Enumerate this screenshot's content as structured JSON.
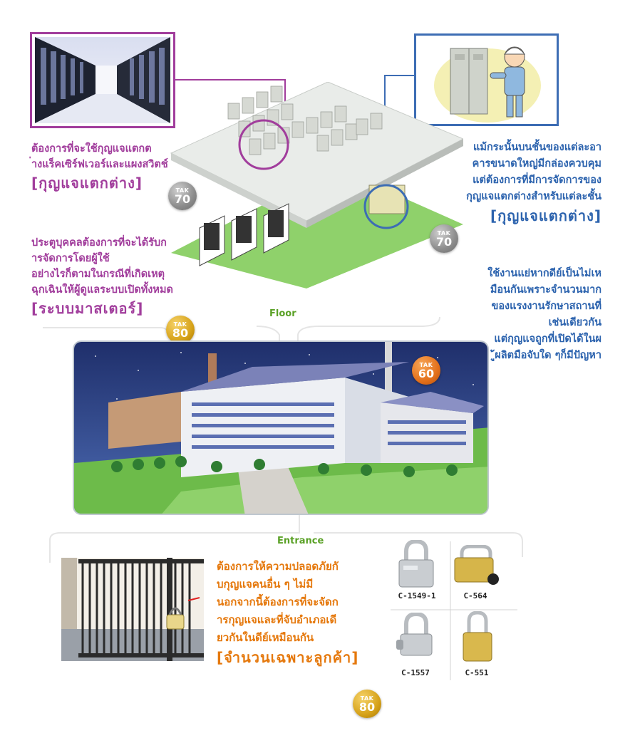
{
  "sections": {
    "floor": "Floor",
    "entrance": "Entrance"
  },
  "server_rack": {
    "lines": [
      "ต้องการที่จะใช้กุญแจแตกต",
      "่างแร็คเซิร์ฟเวอร์และแผงสวิตช์"
    ],
    "tag": "[กุญแจแตกต่าง]",
    "badge": {
      "tak": "TAK",
      "num": "70"
    }
  },
  "control_box": {
    "lines": [
      "แม้กระนั้นบนชั้นของแต่ละอา",
      "คารขนาดใหญ่มีกล่องควบคุม",
      "แต่ต้องการที่มีการจัดการของ",
      "กุญแจแตกต่างสำหรับแต่ละชั้น"
    ],
    "tag": "[กุญแจแตกต่าง]",
    "badge": {
      "tak": "TAK",
      "num": "70"
    }
  },
  "master": {
    "lines": [
      "ประตูบุคคลต้องการที่จะได้รับก",
      "ารจัดการโดยผู้ใช้",
      "อย่างไรก็ตามในกรณีที่เกิดเหตุ",
      "ฉุกเฉินให้ผู้ดูแลระบบเปิดทั้งหมด"
    ],
    "tag": "[ระบบมาสเตอร์]",
    "badge": {
      "tak": "TAK",
      "num": "80"
    }
  },
  "maintenance": {
    "lines": [
      "ใช้งานแย่หากดีย์เป็นไม่เห",
      "มือนกันเพราะจำนวนมาก",
      "ของแรงงานรักษาสถานที่",
      "เช่นเดียวกัน",
      "แต่กุญแจถูกที่เปิดได้ในผ",
      "ู้ผลิตมือจับใด ๆก็มีปัญหา"
    ],
    "badge": {
      "tak": "TAK",
      "num": "60"
    }
  },
  "entrance": {
    "lines": [
      "ต้องการให้ความปลอดภัยกั",
      "บกุญแจคนอื่น ๆ ไม่มี",
      "นอกจากนี้ต้องการที่จะจัดก",
      "ารกุญแจและที่จับอำเภอเดี",
      "ยวกันในดีย์เหมือนกัน"
    ],
    "tag": "[จำนวนเฉพาะลูกค้า]",
    "badge": {
      "tak": "TAK",
      "num": "80"
    }
  },
  "products": [
    "C-1549-1",
    "C-564",
    "C-1557",
    "C-551"
  ],
  "colors": {
    "purple": "#a13d9c",
    "blue": "#2c63ae",
    "orange": "#e5780c",
    "green": "#5aa126"
  }
}
